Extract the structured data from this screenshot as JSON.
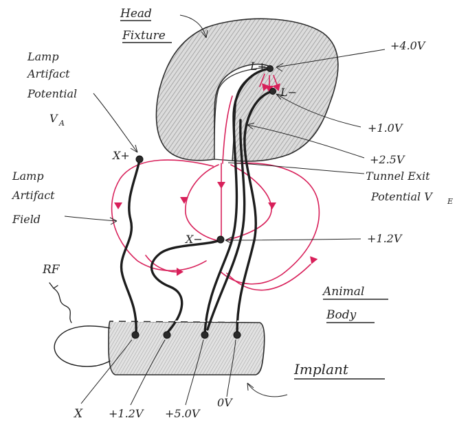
{
  "labels": {
    "head_fixture_1": "Head",
    "head_fixture_2": "Fixture",
    "lamp_artifact_potential_1": "Lamp",
    "lamp_artifact_potential_2": "Artifact",
    "lamp_artifact_potential_3": "Potential",
    "lamp_artifact_potential_4": "V",
    "lamp_artifact_potential_sub": "A",
    "lamp_artifact_field_1": "Lamp",
    "lamp_artifact_field_2": "Artifact",
    "lamp_artifact_field_3": "Field",
    "rf": "RF",
    "animal_body_1": "Animal",
    "animal_body_2": "Body",
    "implant": "Implant",
    "tunnel_exit_1": "Tunnel Exit",
    "tunnel_exit_2": "Potential V",
    "tunnel_exit_sub": "E"
  },
  "terminals": {
    "l_plus": "L+",
    "l_minus": "L−",
    "x_plus": "X+",
    "x_minus": "X−"
  },
  "voltages": {
    "v_l_plus": "+4.0V",
    "v_l_minus": "+1.0V",
    "v_tunnel": "+2.5V",
    "v_x_minus": "+1.2V"
  },
  "implant_pins": {
    "x": "X",
    "p12": "+1.2V",
    "p50": "+5.0V",
    "zero": "0V"
  },
  "colors": {
    "field": "#d8205a",
    "wire": "#1c1c1c",
    "hatch": "#b8b8b8"
  }
}
